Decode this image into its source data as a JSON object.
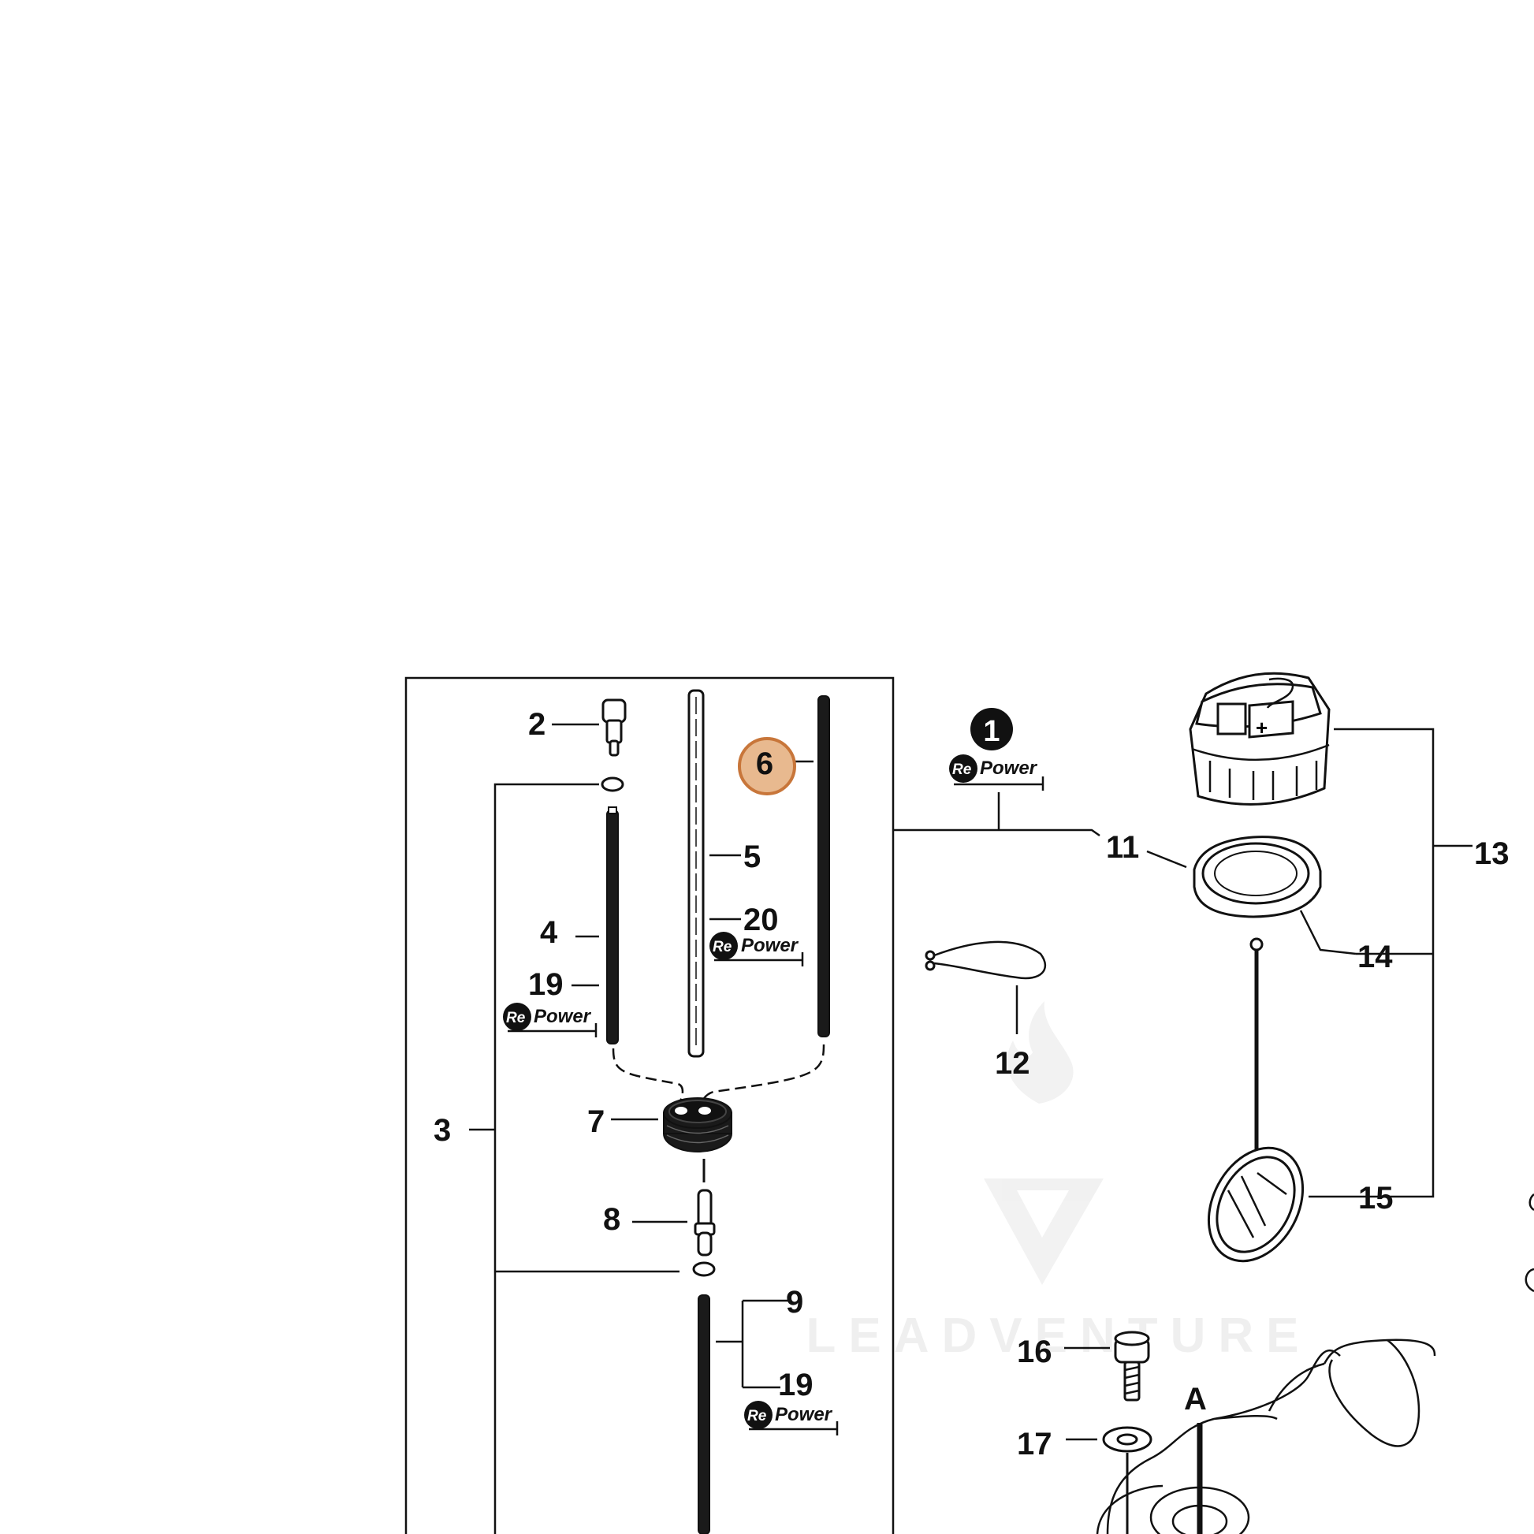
{
  "callouts": {
    "c1": "1",
    "c2": "2",
    "c3": "3",
    "c4": "4",
    "c5": "5",
    "c6": "6",
    "c7": "7",
    "c8": "8",
    "c9": "9",
    "c11": "11",
    "c12": "12",
    "c13": "13",
    "c14": "14",
    "c15": "15",
    "c16": "16",
    "c17": "17",
    "c19a": "19",
    "c19b": "19",
    "c20": "20",
    "cA": "A"
  },
  "repower": {
    "re": "Re",
    "word": "Power"
  },
  "watermark": "LEADVENTURE",
  "colors": {
    "highlight_fill": "#e8b98f",
    "highlight_stroke": "#c8763a",
    "line": "#111111"
  }
}
